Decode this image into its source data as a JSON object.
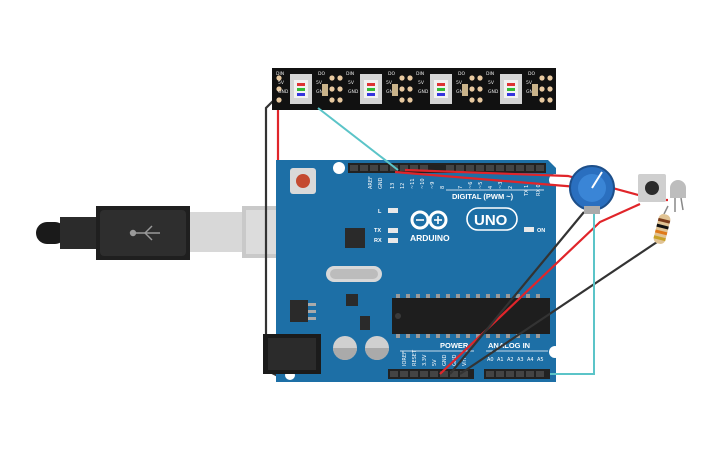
{
  "strip": {
    "pixels": [
      {
        "pins_in": [
          "DIN",
          "5V",
          "GND"
        ],
        "pins_out": [
          "DO",
          "5V",
          "GND"
        ]
      },
      {
        "pins_in": [
          "DIN",
          "5V",
          "GND"
        ],
        "pins_out": [
          "DO",
          "5V",
          "GND"
        ]
      },
      {
        "pins_in": [
          "DIN",
          "5V",
          "GND"
        ],
        "pins_out": [
          "DO",
          "5V",
          "GND"
        ]
      },
      {
        "pins_in": [
          "DIN",
          "5V",
          "GND"
        ],
        "pins_out": [
          "DO",
          "5V",
          "GND"
        ]
      }
    ]
  },
  "board": {
    "brand": "ARDUINO",
    "model": "UNO",
    "digital_header": "DIGITAL (PWM ~)",
    "analog_header": "ANALOG IN",
    "power_header": "POWER",
    "on_label": "ON",
    "l_label": "L",
    "tx_label": "TX",
    "rx_label": "RX",
    "digital_pins": [
      "AREF",
      "GND",
      "13",
      "12",
      "~11",
      "~10",
      "~9",
      "8",
      "7",
      "~6",
      "~5",
      "4",
      "~3",
      "2",
      "TX 1",
      "RX 0"
    ],
    "power_pins": [
      "IOREF",
      "RESET",
      "3.3V",
      "5V",
      "GND",
      "GND",
      "Vin"
    ],
    "analog_pins": [
      "A0",
      "A1",
      "A2",
      "A3",
      "A4",
      "A5"
    ]
  },
  "colors": {
    "board": "#1d6fa6",
    "board_dark": "#155a88",
    "wire_red": "#e0252a",
    "wire_black": "#333333",
    "wire_cyan": "#5bc4c8",
    "strip": "#111111",
    "pot": "#2a6fbf"
  }
}
